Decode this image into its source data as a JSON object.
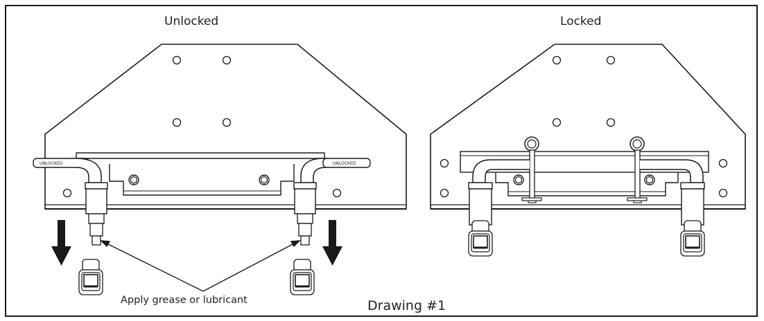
{
  "labels": {
    "unlocked_title": "Unlocked",
    "locked_title": "Locked",
    "grease_note": "Apply grease or lubricant",
    "drawing_title": "Drawing #1",
    "handle_tag": "UNLOCKED"
  },
  "colors": {
    "line": "#1a1a1a",
    "background": "#ffffff"
  }
}
